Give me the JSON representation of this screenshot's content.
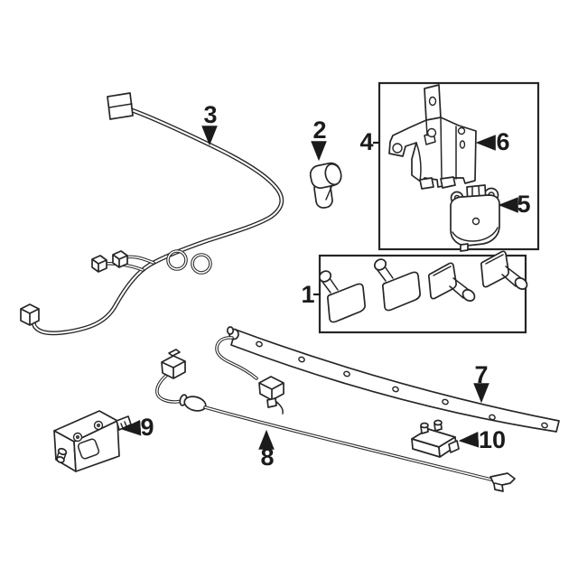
{
  "diagram": {
    "background": "#ffffff",
    "line_color": "#262626",
    "label_color": "#1b1b1b",
    "callouts": [
      {
        "label": "1"
      },
      {
        "label": "2"
      },
      {
        "label": "3"
      },
      {
        "label": "4"
      },
      {
        "label": "5"
      },
      {
        "label": "6"
      },
      {
        "label": "7"
      },
      {
        "label": "8"
      },
      {
        "label": "9"
      },
      {
        "label": "10"
      }
    ]
  }
}
